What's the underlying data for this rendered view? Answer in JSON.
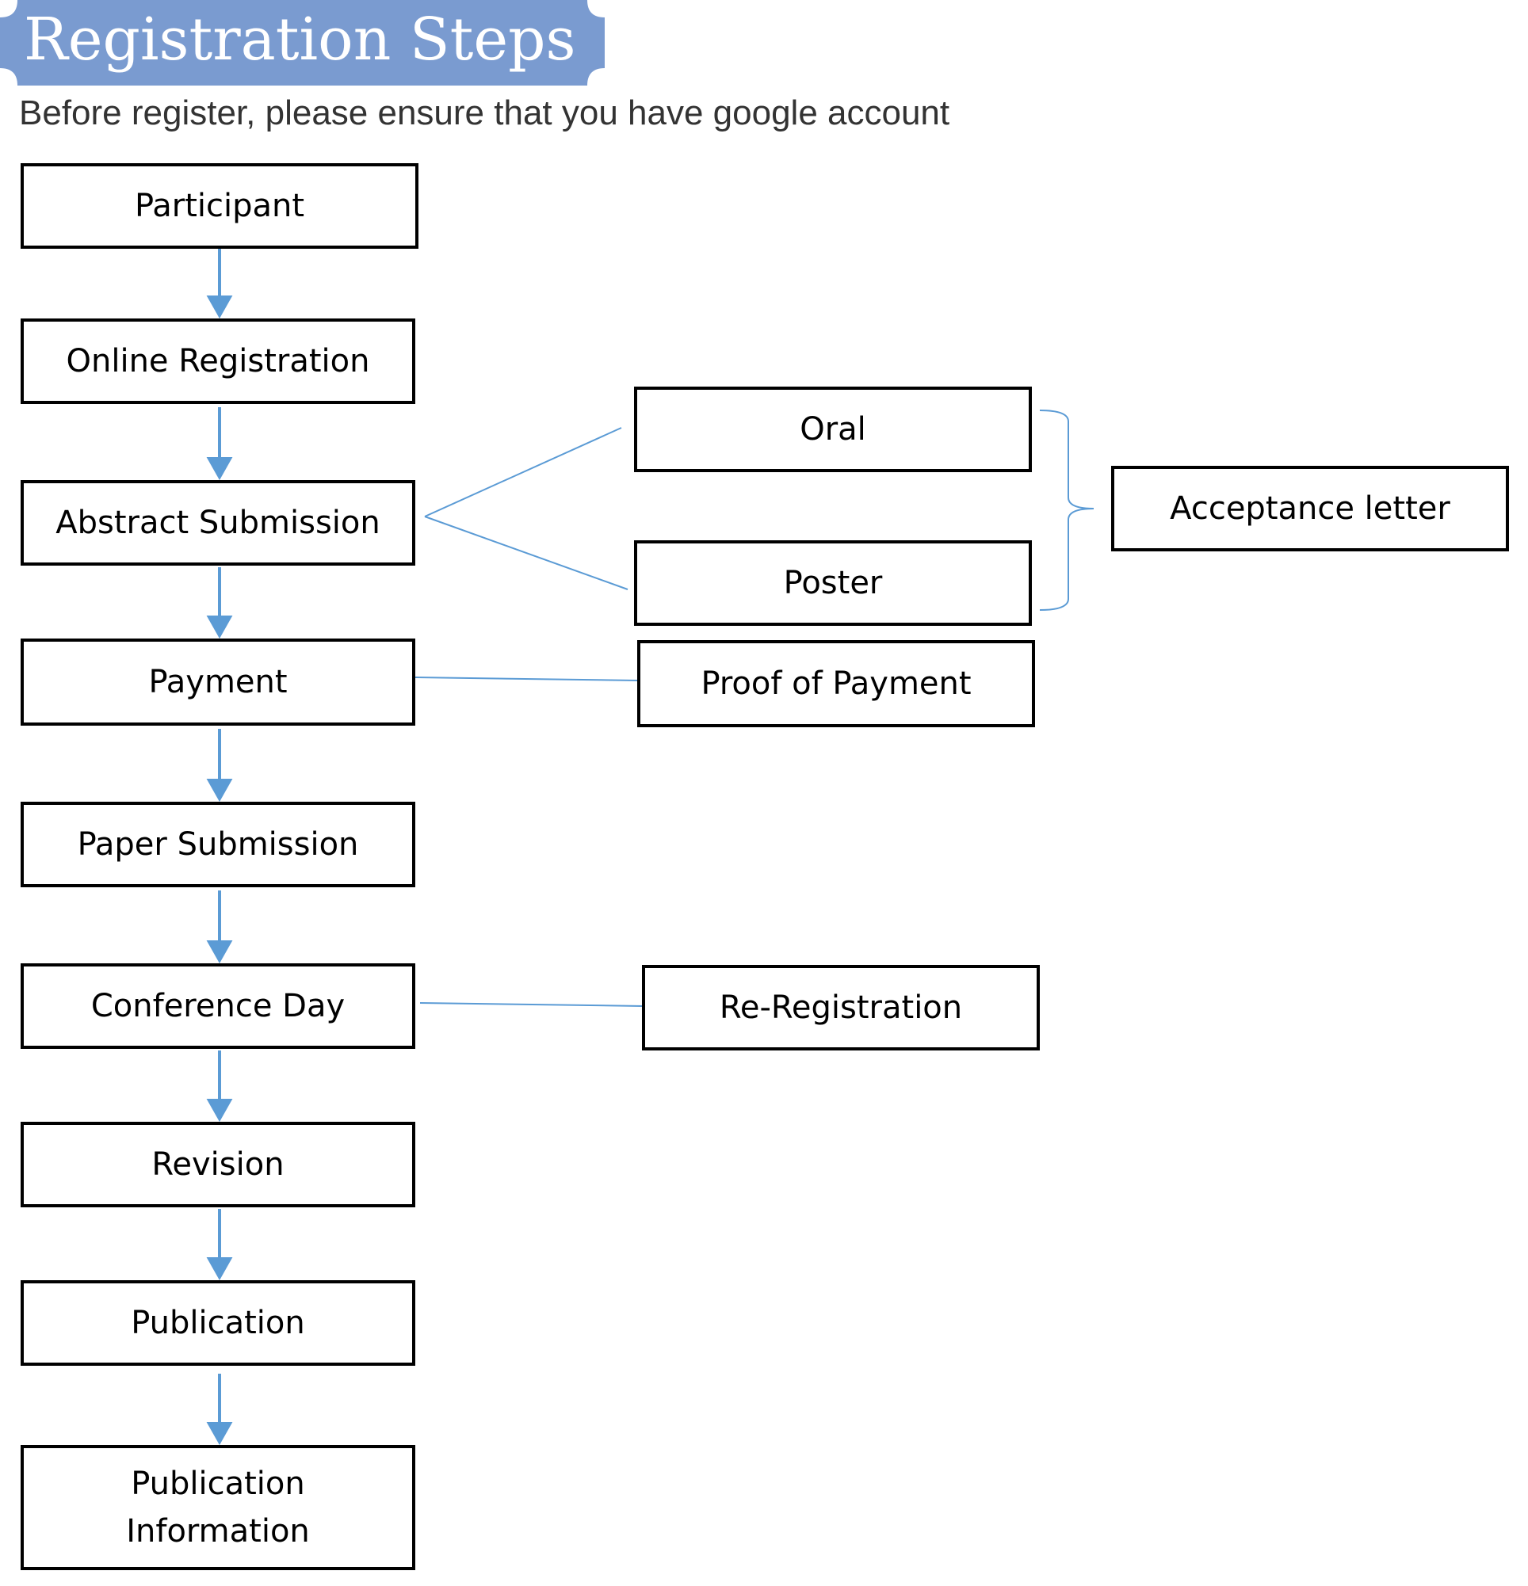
{
  "title": "Registration Steps",
  "subtitle": "Before register, please ensure that you have google account",
  "colors": {
    "banner": "#7a9bd0",
    "connector": "#5b9bd5",
    "box_border": "#000000"
  },
  "main_steps": [
    "Participant",
    "Online Registration",
    "Abstract Submission",
    "Payment",
    "Paper Submission",
    "Conference Day",
    "Revision",
    "Publication",
    "Publication Information"
  ],
  "side_boxes": {
    "oral": "Oral",
    "poster": "Poster",
    "acceptance": "Acceptance letter",
    "proof_of_payment": "Proof of Payment",
    "re_registration": "Re-Registration"
  }
}
